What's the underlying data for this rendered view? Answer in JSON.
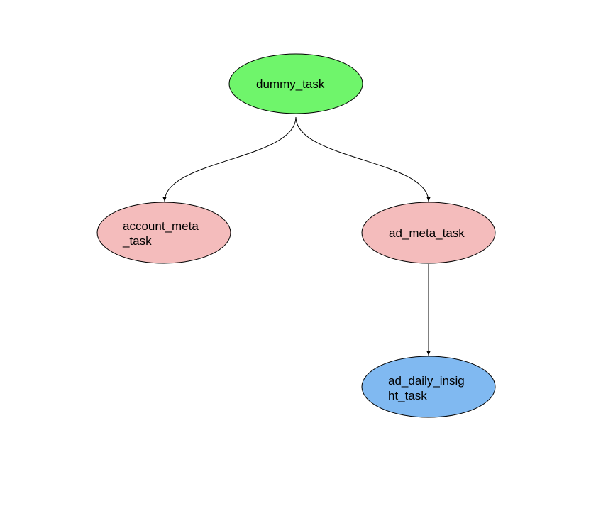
{
  "nodes": {
    "dummy_task": {
      "label_lines": [
        "dummy_task"
      ],
      "fill": "#6ff56b"
    },
    "account_meta_task": {
      "label_lines": [
        "account_meta",
        "_task"
      ],
      "fill": "#f4bcbc"
    },
    "ad_meta_task": {
      "label_lines": [
        "ad_meta_task"
      ],
      "fill": "#f4bcbc"
    },
    "ad_daily_insight_task": {
      "label_lines": [
        "ad_daily_insig",
        "ht_task"
      ],
      "fill": "#80b9f1"
    }
  },
  "edges": [
    {
      "from": "dummy_task",
      "to": "account_meta_task"
    },
    {
      "from": "dummy_task",
      "to": "ad_meta_task"
    },
    {
      "from": "ad_meta_task",
      "to": "ad_daily_insight_task"
    }
  ],
  "colors": {
    "stroke": "#000000",
    "text": "#000000",
    "background": "#ffffff"
  }
}
